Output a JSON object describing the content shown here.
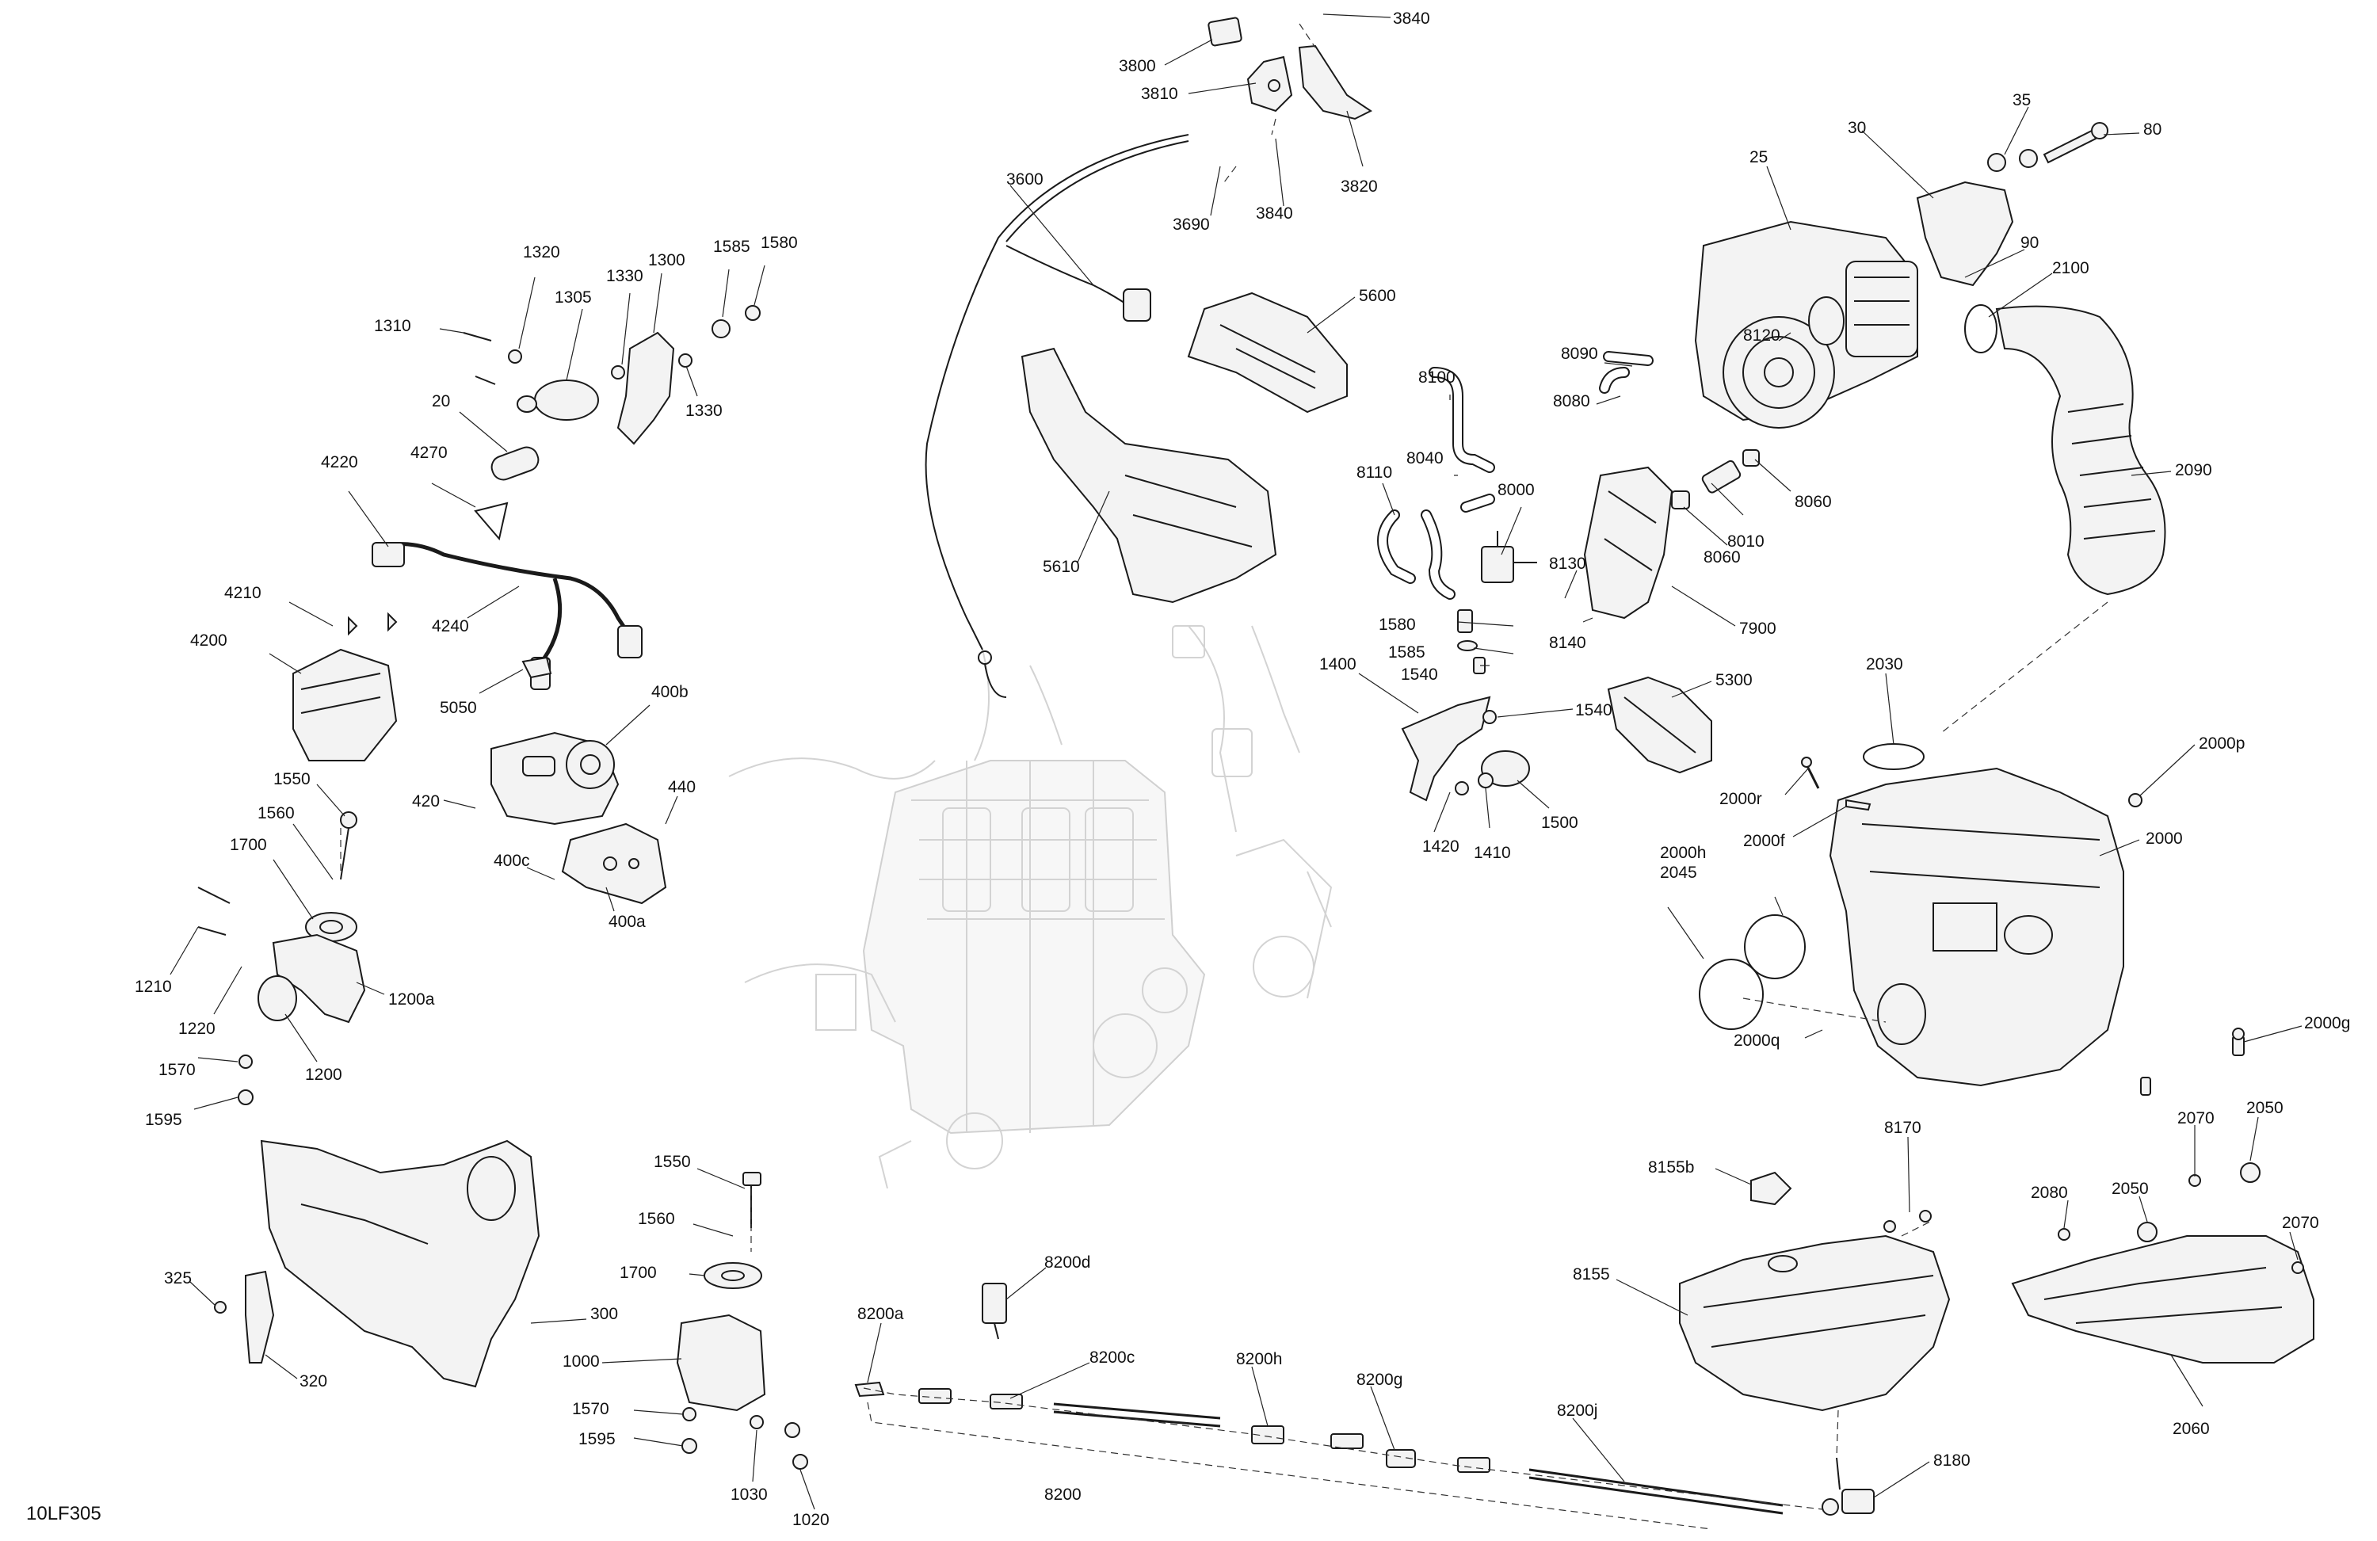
{
  "reference_code": "10LF305",
  "callouts": [
    {
      "id": "c3840a",
      "label": "3840"
    },
    {
      "id": "c3800",
      "label": "3800"
    },
    {
      "id": "c3810",
      "label": "3810"
    },
    {
      "id": "c3820",
      "label": "3820"
    },
    {
      "id": "c3840b",
      "label": "3840"
    },
    {
      "id": "c3690",
      "label": "3690"
    },
    {
      "id": "c3600",
      "label": "3600"
    },
    {
      "id": "c5600",
      "label": "5600"
    },
    {
      "id": "c5610",
      "label": "5610"
    },
    {
      "id": "c25",
      "label": "25"
    },
    {
      "id": "c30",
      "label": "30"
    },
    {
      "id": "c35",
      "label": "35"
    },
    {
      "id": "c80",
      "label": "80"
    },
    {
      "id": "c90",
      "label": "90"
    },
    {
      "id": "c2100",
      "label": "2100"
    },
    {
      "id": "c2090",
      "label": "2090"
    },
    {
      "id": "c8120",
      "label": "8120"
    },
    {
      "id": "c8090",
      "label": "8090"
    },
    {
      "id": "c8080",
      "label": "8080"
    },
    {
      "id": "c8100",
      "label": "8100"
    },
    {
      "id": "c8040",
      "label": "8040"
    },
    {
      "id": "c8000",
      "label": "8000"
    },
    {
      "id": "c8110",
      "label": "8110"
    },
    {
      "id": "c8130",
      "label": "8130"
    },
    {
      "id": "c8140",
      "label": "8140"
    },
    {
      "id": "c7900",
      "label": "7900"
    },
    {
      "id": "c8060a",
      "label": "8060"
    },
    {
      "id": "c8010",
      "label": "8010"
    },
    {
      "id": "c8060b",
      "label": "8060"
    },
    {
      "id": "c1320",
      "label": "1320"
    },
    {
      "id": "c1330a",
      "label": "1330"
    },
    {
      "id": "c1300",
      "label": "1300"
    },
    {
      "id": "c1585a",
      "label": "1585"
    },
    {
      "id": "c1580a",
      "label": "1580"
    },
    {
      "id": "c1310",
      "label": "1310"
    },
    {
      "id": "c1305",
      "label": "1305"
    },
    {
      "id": "c1330b",
      "label": "1330"
    },
    {
      "id": "c20",
      "label": "20"
    },
    {
      "id": "c4220",
      "label": "4220"
    },
    {
      "id": "c4270",
      "label": "4270"
    },
    {
      "id": "c4210",
      "label": "4210"
    },
    {
      "id": "c4200",
      "label": "4200"
    },
    {
      "id": "c4240",
      "label": "4240"
    },
    {
      "id": "c5050",
      "label": "5050"
    },
    {
      "id": "c400b",
      "label": "400b"
    },
    {
      "id": "c420",
      "label": "420"
    },
    {
      "id": "c440",
      "label": "440"
    },
    {
      "id": "c400c",
      "label": "400c"
    },
    {
      "id": "c400a",
      "label": "400a"
    },
    {
      "id": "c1550a",
      "label": "1550"
    },
    {
      "id": "c1560a",
      "label": "1560"
    },
    {
      "id": "c1700a",
      "label": "1700"
    },
    {
      "id": "c1210",
      "label": "1210"
    },
    {
      "id": "c1220",
      "label": "1220"
    },
    {
      "id": "c1200a",
      "label": "1200a"
    },
    {
      "id": "c1570a",
      "label": "1570"
    },
    {
      "id": "c1200",
      "label": "1200"
    },
    {
      "id": "c1595a",
      "label": "1595"
    },
    {
      "id": "c1580b",
      "label": "1580"
    },
    {
      "id": "c1585b",
      "label": "1585"
    },
    {
      "id": "c1400",
      "label": "1400"
    },
    {
      "id": "c1540a",
      "label": "1540"
    },
    {
      "id": "c1540b",
      "label": "1540"
    },
    {
      "id": "c1500",
      "label": "1500"
    },
    {
      "id": "c1420",
      "label": "1420"
    },
    {
      "id": "c1410",
      "label": "1410"
    },
    {
      "id": "c5300",
      "label": "5300"
    },
    {
      "id": "c2030",
      "label": "2030"
    },
    {
      "id": "c2000p",
      "label": "2000p"
    },
    {
      "id": "c2000r",
      "label": "2000r"
    },
    {
      "id": "c2000f",
      "label": "2000f"
    },
    {
      "id": "c2000",
      "label": "2000"
    },
    {
      "id": "c2000h",
      "label": "2000h"
    },
    {
      "id": "c2045",
      "label": "2045"
    },
    {
      "id": "c2000q",
      "label": "2000q"
    },
    {
      "id": "c2000g",
      "label": "2000g"
    },
    {
      "id": "c2070a",
      "label": "2070"
    },
    {
      "id": "c2050a",
      "label": "2050"
    },
    {
      "id": "c2080",
      "label": "2080"
    },
    {
      "id": "c2050b",
      "label": "2050"
    },
    {
      "id": "c2070b",
      "label": "2070"
    },
    {
      "id": "c2060",
      "label": "2060"
    },
    {
      "id": "c8170",
      "label": "8170"
    },
    {
      "id": "c8155b",
      "label": "8155b"
    },
    {
      "id": "c8155",
      "label": "8155"
    },
    {
      "id": "c8180",
      "label": "8180"
    },
    {
      "id": "c8200d",
      "label": "8200d"
    },
    {
      "id": "c8200a",
      "label": "8200a"
    },
    {
      "id": "c8200c",
      "label": "8200c"
    },
    {
      "id": "c8200h",
      "label": "8200h"
    },
    {
      "id": "c8200g",
      "label": "8200g"
    },
    {
      "id": "c8200j",
      "label": "8200j"
    },
    {
      "id": "c8200",
      "label": "8200"
    },
    {
      "id": "c1550b",
      "label": "1550"
    },
    {
      "id": "c1560b",
      "label": "1560"
    },
    {
      "id": "c1700b",
      "label": "1700"
    },
    {
      "id": "c1000",
      "label": "1000"
    },
    {
      "id": "c1570b",
      "label": "1570"
    },
    {
      "id": "c1595b",
      "label": "1595"
    },
    {
      "id": "c1030",
      "label": "1030"
    },
    {
      "id": "c1020",
      "label": "1020"
    },
    {
      "id": "c325",
      "label": "325"
    },
    {
      "id": "c300",
      "label": "300"
    },
    {
      "id": "c320",
      "label": "320"
    }
  ]
}
